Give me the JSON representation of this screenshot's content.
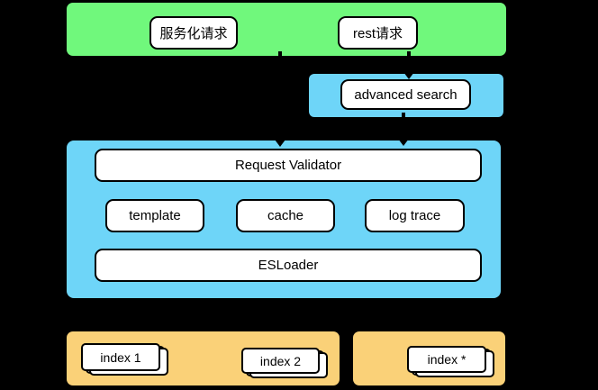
{
  "page": {
    "background": "#000000",
    "connector_color": "#000000"
  },
  "diagram": {
    "request_layer": {
      "fill": "#70F87C",
      "nodes": [
        {
          "label": "服务化请求"
        },
        {
          "label": "rest请求"
        }
      ]
    },
    "advanced_search_layer": {
      "fill": "#6ED5F8",
      "node": {
        "label": "advanced search"
      }
    },
    "core_layer": {
      "fill": "#6ED5F8",
      "top_node": {
        "label": "Request Validator"
      },
      "middle_nodes": [
        {
          "label": "template"
        },
        {
          "label": "cache"
        },
        {
          "label": "log trace"
        }
      ],
      "bottom_node": {
        "label": "ESLoader"
      }
    },
    "index_layer": {
      "fill": "#FAD178",
      "left_group": {
        "nodes": [
          {
            "label": "index 1"
          },
          {
            "label": "index 2"
          }
        ]
      },
      "right_group": {
        "nodes": [
          {
            "label": "index *"
          }
        ]
      }
    }
  }
}
